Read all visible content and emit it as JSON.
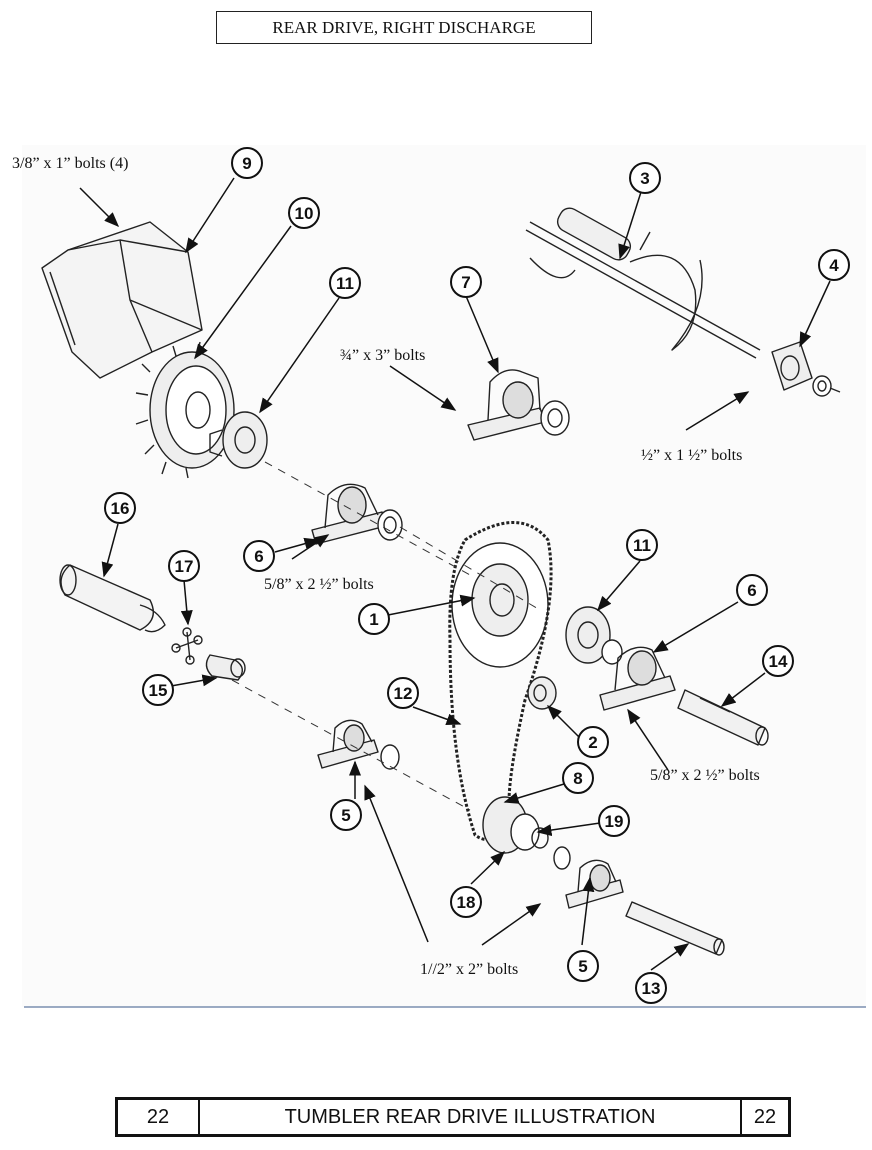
{
  "header": {
    "title": "REAR DRIVE, RIGHT DISCHARGE"
  },
  "callouts": [
    {
      "label": "9"
    },
    {
      "label": "10"
    },
    {
      "label": "11"
    },
    {
      "label": "7"
    },
    {
      "label": "3"
    },
    {
      "label": "4"
    },
    {
      "label": "16"
    },
    {
      "label": "17"
    },
    {
      "label": "6"
    },
    {
      "label": "1"
    },
    {
      "label": "11"
    },
    {
      "label": "6"
    },
    {
      "label": "14"
    },
    {
      "label": "15"
    },
    {
      "label": "12"
    },
    {
      "label": "2"
    },
    {
      "label": "8"
    },
    {
      "label": "5"
    },
    {
      "label": "19"
    },
    {
      "label": "18"
    },
    {
      "label": "5"
    },
    {
      "label": "13"
    }
  ],
  "notes": {
    "bolts_3_8": "3/8” x 1” bolts (4)",
    "bolts_3_4": "¾” x 3” bolts",
    "bolts_half_1half": "½” x 1 ½” bolts",
    "bolts_5_8_left": "5/8” x 2 ½” bolts",
    "bolts_5_8_right": "5/8” x 2 ½” bolts",
    "bolts_half_2": "1//2” x 2” bolts"
  },
  "footer": {
    "page_left": "22",
    "title": "TUMBLER REAR DRIVE ILLUSTRATION",
    "page_right": "22"
  }
}
